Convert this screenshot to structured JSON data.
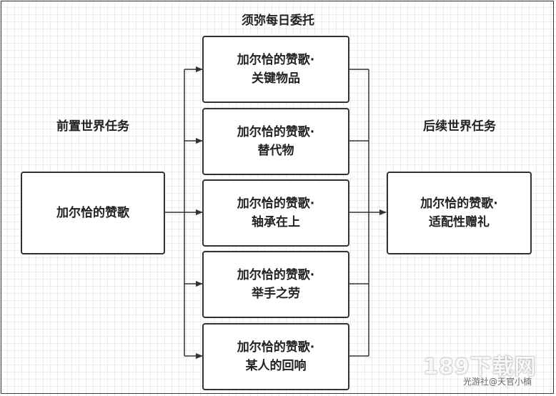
{
  "diagram": {
    "title": "须弥每日委托",
    "left_heading": "前置世界任务",
    "right_heading": "后续世界任务",
    "source_node": "加尔恰的赞歌",
    "target_node": {
      "line1": "加尔恰的赞歌·",
      "line2": "适配性赠礼"
    },
    "daily_nodes": [
      {
        "line1": "加尔恰的赞歌·",
        "line2": "关键物品"
      },
      {
        "line1": "加尔恰的赞歌·",
        "line2": "替代物"
      },
      {
        "line1": "加尔恰的赞歌·",
        "line2": "轴承在上"
      },
      {
        "line1": "加尔恰的赞歌·",
        "line2": "举手之劳"
      },
      {
        "line1": "加尔恰的赞歌·",
        "line2": "某人的回响"
      }
    ]
  },
  "watermark": {
    "text": "189下载网",
    "subtext": "光游社@天官小楠"
  },
  "colors": {
    "line": "#333333",
    "box_border": "#333333",
    "grid": "#ececec"
  }
}
